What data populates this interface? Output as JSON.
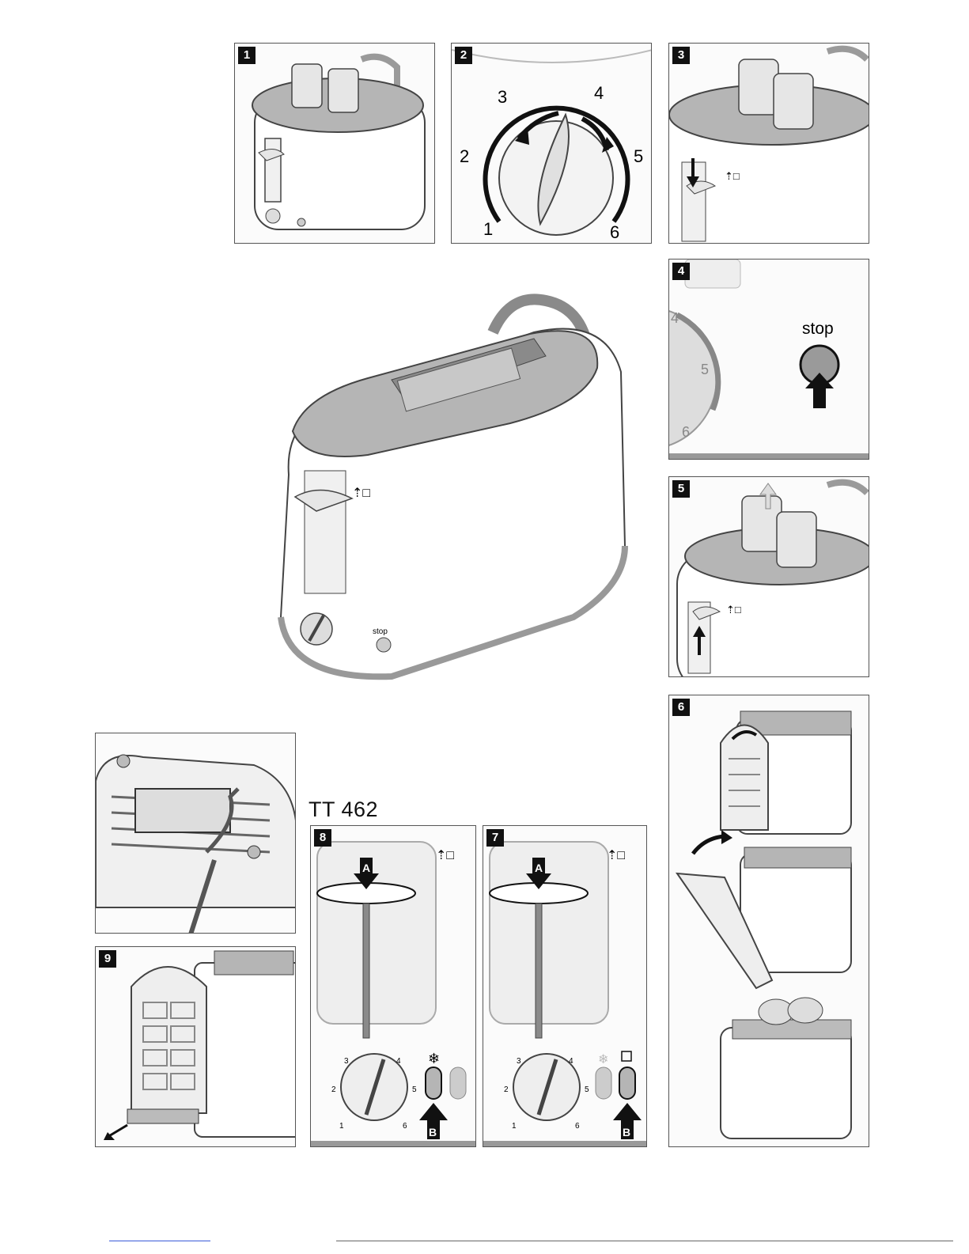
{
  "model_label": "TT 462",
  "panels": {
    "p1": "1",
    "p2": "2",
    "p3": "3",
    "p4": "4",
    "p5": "5",
    "p6": "6",
    "p7": "7",
    "p8": "8",
    "p9": "9"
  },
  "dial": {
    "n1": "1",
    "n2": "2",
    "n3": "3",
    "n4": "4",
    "n5": "5",
    "n6": "6"
  },
  "stop_label": "stop",
  "marker_a": "A",
  "marker_b": "B",
  "icons": {
    "lift": "lift-toast-icon",
    "defrost": "snowflake-icon",
    "reheat": "reheat-icon",
    "arrow": "arrow-icon"
  },
  "colors": {
    "gray_dark": "#8a8a8a",
    "gray_mid": "#b5b5b5",
    "gray_light": "#e6e6e6",
    "black": "#111111"
  }
}
